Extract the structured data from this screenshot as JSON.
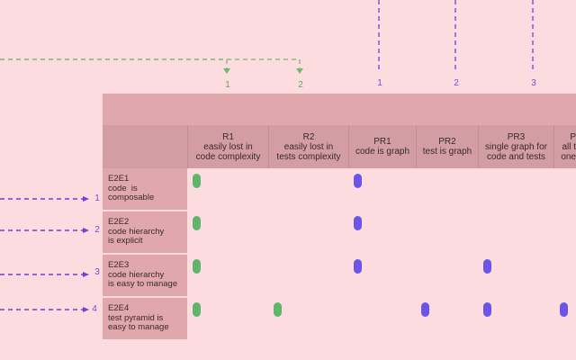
{
  "top_numbers": [
    {
      "label": "1",
      "kind": "risk"
    },
    {
      "label": "2",
      "kind": "risk"
    },
    {
      "label": "1",
      "kind": "principle"
    },
    {
      "label": "2",
      "kind": "principle"
    },
    {
      "label": "3",
      "kind": "principle"
    }
  ],
  "columns": [
    {
      "id": "R1",
      "lines": [
        "easily lost in",
        "code complexity"
      ]
    },
    {
      "id": "R2",
      "lines": [
        "easily lost in",
        "tests complexity"
      ]
    },
    {
      "id": "PR1",
      "lines": [
        "code is graph"
      ]
    },
    {
      "id": "PR2",
      "lines": [
        "test is graph"
      ]
    },
    {
      "id": "PR3",
      "lines": [
        "single graph for",
        "code and tests"
      ]
    },
    {
      "id": "P",
      "lines": [
        "all t",
        "one"
      ]
    }
  ],
  "rows": [
    {
      "id": "E2E1",
      "lines": [
        "code  is",
        "composable"
      ],
      "number": "1"
    },
    {
      "id": "E2E2",
      "lines": [
        "code hierarchy",
        "is explicit"
      ],
      "number": "2"
    },
    {
      "id": "E2E3",
      "lines": [
        "code hierarchy",
        "is easy to manage"
      ],
      "number": "3"
    },
    {
      "id": "E2E4",
      "lines": [
        "test pyramid is",
        "easy to manage"
      ],
      "number": "4"
    }
  ],
  "colors": {
    "risk": "#5fb66a",
    "principle": "#6e54e6",
    "background": "#fddcdf"
  }
}
